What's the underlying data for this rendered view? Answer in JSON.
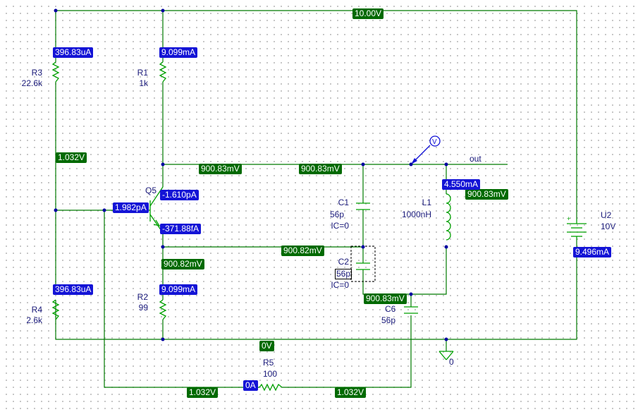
{
  "colors": {
    "wire": "#007a00",
    "voltage_label_bg": "#006a00",
    "current_label_bg": "#1414d6",
    "text": "#1a1a7a"
  },
  "components": {
    "R1": {
      "ref": "R1",
      "value": "1k"
    },
    "R2": {
      "ref": "R2",
      "value": "99"
    },
    "R3": {
      "ref": "R3",
      "value": "22.6k"
    },
    "R4": {
      "ref": "R4",
      "value": "2.6k"
    },
    "R5": {
      "ref": "R5",
      "value": "100"
    },
    "Q5": {
      "ref": "Q5"
    },
    "C1": {
      "ref": "C1",
      "value": "56p",
      "ic": "IC=0"
    },
    "C2": {
      "ref": "C2",
      "value": "56p",
      "ic": "IC=0"
    },
    "C6": {
      "ref": "C6",
      "value": "56p"
    },
    "L1": {
      "ref": "L1",
      "value": "1000nH"
    },
    "U2": {
      "ref": "U2",
      "value": "10V"
    },
    "ground": {
      "label": "0"
    },
    "net_out": {
      "label": "out"
    },
    "probe": {
      "symbol": "V"
    }
  },
  "voltage_markers": {
    "vcc": "10.00V",
    "r3_r4_node": "1.032V",
    "collector_left": "900.83mV",
    "collector_right": "900.83mV",
    "emitter": "900.82mV",
    "emitter_bus": "900.82mV",
    "l1_node": "900.83mV",
    "c6_node": "900.83mV",
    "ground": "0V",
    "r5_left": "1.032V",
    "r5_right": "1.032V"
  },
  "current_markers": {
    "r3": "396.83uA",
    "r1": "9.099mA",
    "q5_collector": "-1.610pA",
    "q5_base": "1.982pA",
    "q5_emitter": "-371.88fA",
    "r2": "9.099mA",
    "r4": "396.83uA",
    "l1": "4.550mA",
    "u2": "9.496mA",
    "r5": "0A"
  }
}
